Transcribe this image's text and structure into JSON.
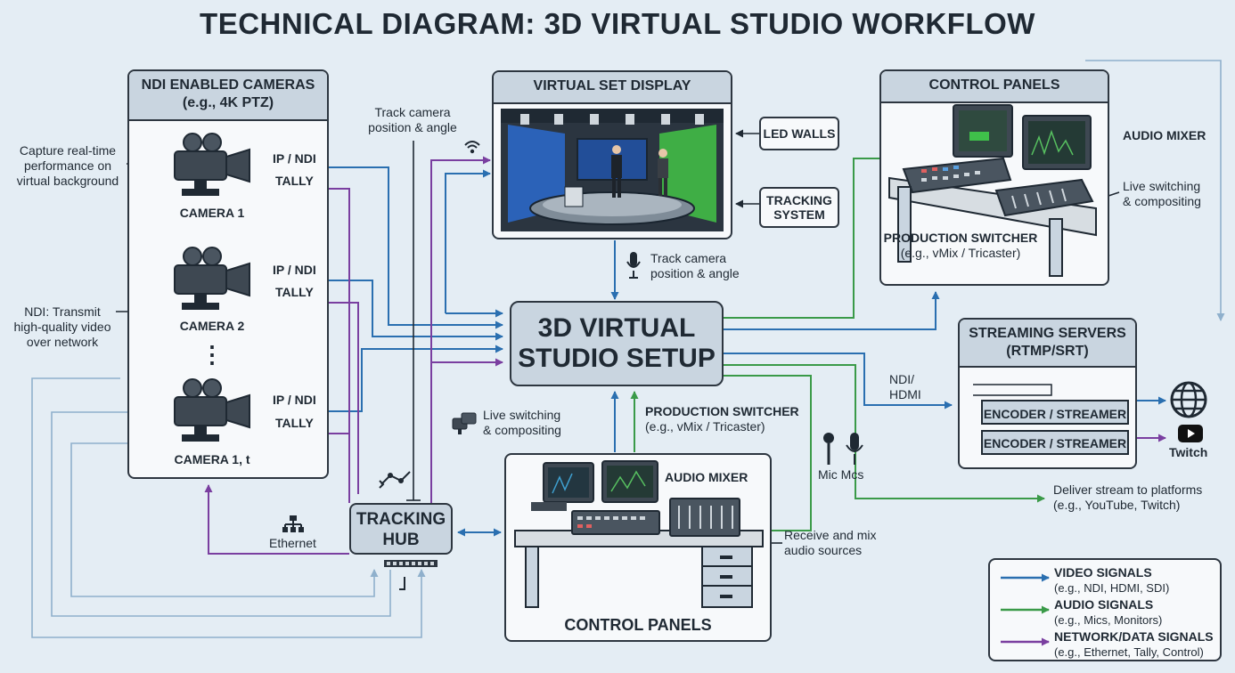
{
  "title": "TECHNICAL DIAGRAM: 3D VIRTUAL STUDIO WORKFLOW",
  "cameras": {
    "header_line1": "NDI ENABLED CAMERAS",
    "header_line2": "(e.g., 4K PTZ)",
    "camera1": "CAMERA 1",
    "camera2": "CAMERA 2",
    "camera3": "CAMERA 1, t",
    "ellipsis": "⋮"
  },
  "signals": {
    "ip_ndi": "IP / NDI",
    "tally": "TALLY"
  },
  "notes": {
    "capture": [
      "Capture real-time",
      "performance on",
      "virtual background"
    ],
    "ndi": [
      "NDI: Transmit",
      "high-quality video",
      "over network"
    ],
    "track_top": [
      "Track camera",
      "position & angle"
    ],
    "track_mid": [
      "Track camera",
      "position & angle"
    ],
    "live_mid": [
      "Live switching",
      "& compositing"
    ],
    "ethernet": "Ethernet",
    "receive_mix": [
      "Receive and mix",
      "audio sources"
    ],
    "mic": "Mic Mcs",
    "deliver": [
      "Deliver stream to platforms",
      "(e.g., YouTube, Twitch)"
    ],
    "ndi_hdmi": [
      "NDI/",
      "HDMI"
    ]
  },
  "virtual_set": {
    "header": "VIRTUAL SET DISPLAY",
    "led_walls": "LED WALLS",
    "tracking_system": [
      "TRACKING",
      "SYSTEM"
    ]
  },
  "core": [
    "3D VIRTUAL",
    "STUDIO SETUP"
  ],
  "control_top": {
    "header": "CONTROL PANELS",
    "audio_mixer": "AUDIO MIXER",
    "live": [
      "Live switching",
      "& compositing"
    ],
    "switcher": "PRODUCTION SWITCHER",
    "switcher_eg": "(e.g., vMix / Tricaster)"
  },
  "production_switcher_mid": {
    "title": "PRODUCTION SWITCHER",
    "eg": "(e.g., vMix / Tricaster)"
  },
  "tracking_hub": [
    "TRACKING",
    "HUB"
  ],
  "control_bottom": {
    "header": "CONTROL PANELS",
    "audio_mixer": "AUDIO MIXER"
  },
  "streaming": {
    "header": [
      "STREAMING SERVERS",
      "(RTMP/SRT)"
    ],
    "encoder1": "ENCODER / STREAMER",
    "encoder2": "ENCODER / STREAMER",
    "twitch": "Twitch"
  },
  "legend": [
    {
      "title": "VIDEO SIGNALS",
      "desc": "(e.g., NDI, HDMI, SDI)",
      "color": "#2a6fb0"
    },
    {
      "title": "AUDIO SIGNALS",
      "desc": "(e.g., Mics, Monitors)",
      "color": "#3a9a48"
    },
    {
      "title": "NETWORK/DATA SIGNALS",
      "desc": "(e.g., Ethernet, Tally, Control)",
      "color": "#7a3fa0"
    }
  ],
  "colors": {
    "video": "#2a6fb0",
    "audio": "#3a9a48",
    "network": "#7a3fa0",
    "background": "#e4edf4",
    "panel_header": "#c9d5e0"
  },
  "icons": [
    "camera-icon",
    "wifi-icon",
    "microphone-icon",
    "network-tree-icon",
    "switcher-icon",
    "globe-icon",
    "twitch-icon",
    "tracking-icon"
  ]
}
